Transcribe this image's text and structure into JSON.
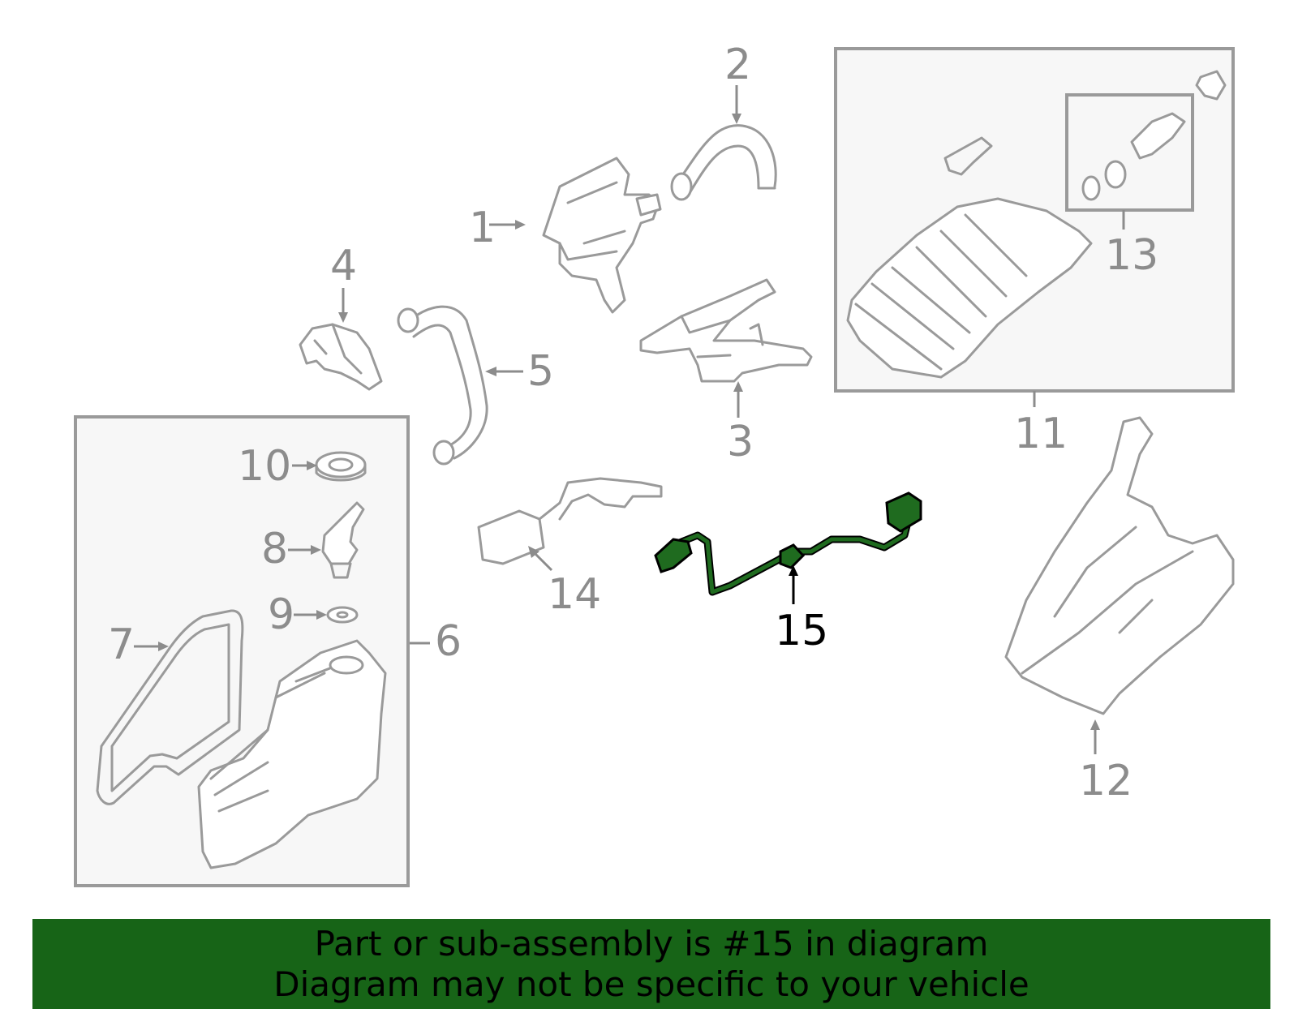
{
  "diagram": {
    "highlight_color": "#1f6b1f",
    "line_color": "#9a9a9a",
    "callouts": [
      "1",
      "2",
      "3",
      "4",
      "5",
      "6",
      "7",
      "8",
      "9",
      "10",
      "11",
      "12",
      "13",
      "14",
      "15"
    ],
    "highlighted_callout": "15"
  },
  "banner": {
    "background": "#176417",
    "line1": "Part or sub-assembly is #15 in diagram",
    "line2": "Diagram may not be specific to your vehicle"
  }
}
